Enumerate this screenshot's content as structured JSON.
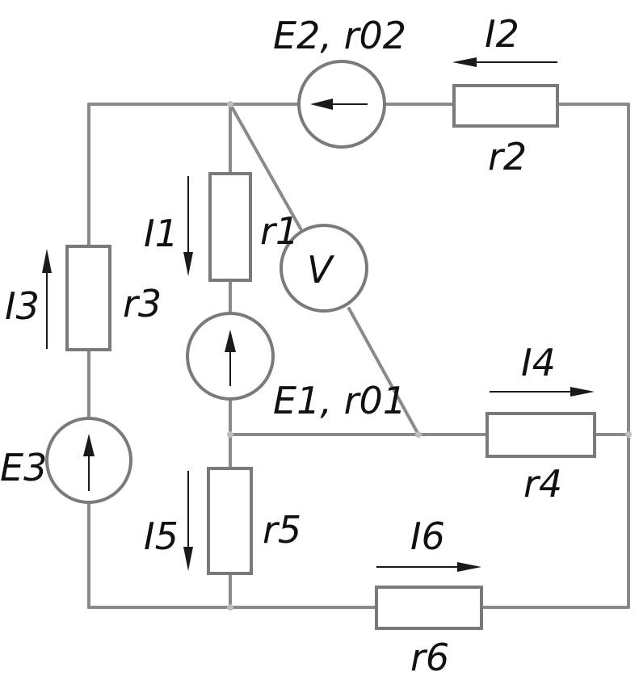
{
  "labels": {
    "E2": "E2, r02",
    "I2": "I2",
    "r2": "r2",
    "I1": "I1",
    "r1": "r1",
    "V": "V",
    "I3": "I3",
    "r3": "r3",
    "E1": "E1, r01",
    "I4": "I4",
    "E3": "E3",
    "r4": "r4",
    "I5": "I5",
    "r5": "r5",
    "I6": "I6",
    "r6": "r6"
  },
  "colors": {
    "wire": "#8a8a8a",
    "arrow": "#1a1a1a",
    "background": "#ffffff"
  }
}
